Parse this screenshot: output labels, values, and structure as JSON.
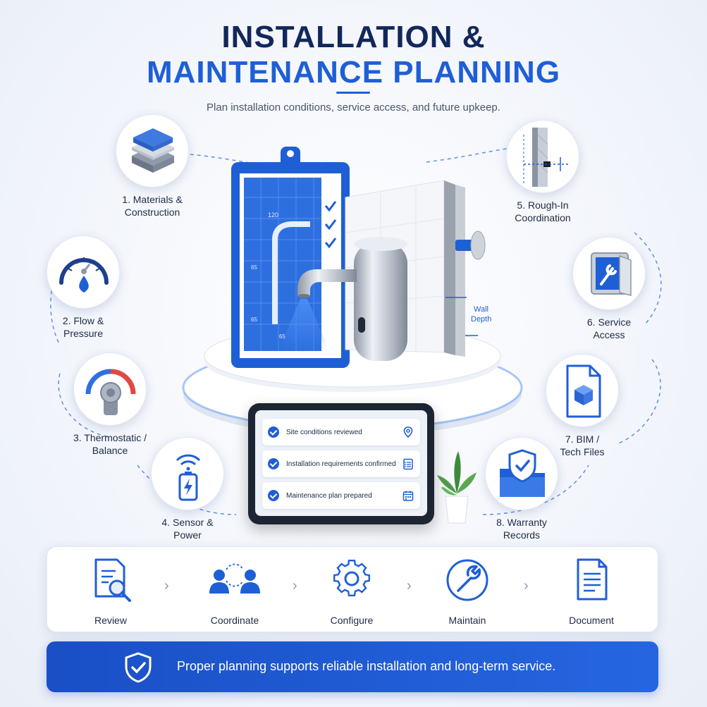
{
  "header": {
    "title_line1": "INSTALLATION &",
    "title_line2": "MAINTENANCE PLANNING",
    "subtitle": "Plan installation conditions, service access, and future upkeep."
  },
  "features": [
    {
      "label": "1. Materials &\nConstruction",
      "icon": "layers-icon"
    },
    {
      "label": "2. Flow &\nPressure",
      "icon": "gauge-icon"
    },
    {
      "label": "3. Thermostatic /\nBalance",
      "icon": "thermostat-valve-icon"
    },
    {
      "label": "4. Sensor &\nPower",
      "icon": "sensor-battery-icon"
    },
    {
      "label": "5. Rough-In\nCoordination",
      "icon": "wall-section-icon"
    },
    {
      "label": "6. Service\nAccess",
      "icon": "access-panel-icon"
    },
    {
      "label": "7. BIM /\nTech Files",
      "icon": "bim-file-icon"
    },
    {
      "label": "8. Warranty\nRecords",
      "icon": "warranty-folder-icon"
    }
  ],
  "hero": {
    "dimension_top": "120",
    "dimension_left1": "65",
    "dimension_left2": "65",
    "dimension_bottom": "65",
    "wall_label": "Wall\nDepth"
  },
  "tablet": {
    "items": [
      {
        "text": "Site conditions reviewed",
        "icon": "location-pin-icon"
      },
      {
        "text": "Installation requirements confirmed",
        "icon": "checklist-icon"
      },
      {
        "text": "Maintenance plan prepared",
        "icon": "calendar-icon"
      }
    ]
  },
  "process": {
    "steps": [
      {
        "label": "Review",
        "icon": "document-search-icon"
      },
      {
        "label": "Coordinate",
        "icon": "people-exchange-icon"
      },
      {
        "label": "Configure",
        "icon": "gear-icon"
      },
      {
        "label": "Maintain",
        "icon": "wrench-icon"
      },
      {
        "label": "Document",
        "icon": "document-icon"
      }
    ]
  },
  "banner": {
    "text": "Proper planning supports reliable installation and long-term service.",
    "icon": "shield-check-icon"
  },
  "colors": {
    "primary": "#1f5fd6",
    "navy": "#12285a",
    "banner": "#1a4fc6"
  }
}
